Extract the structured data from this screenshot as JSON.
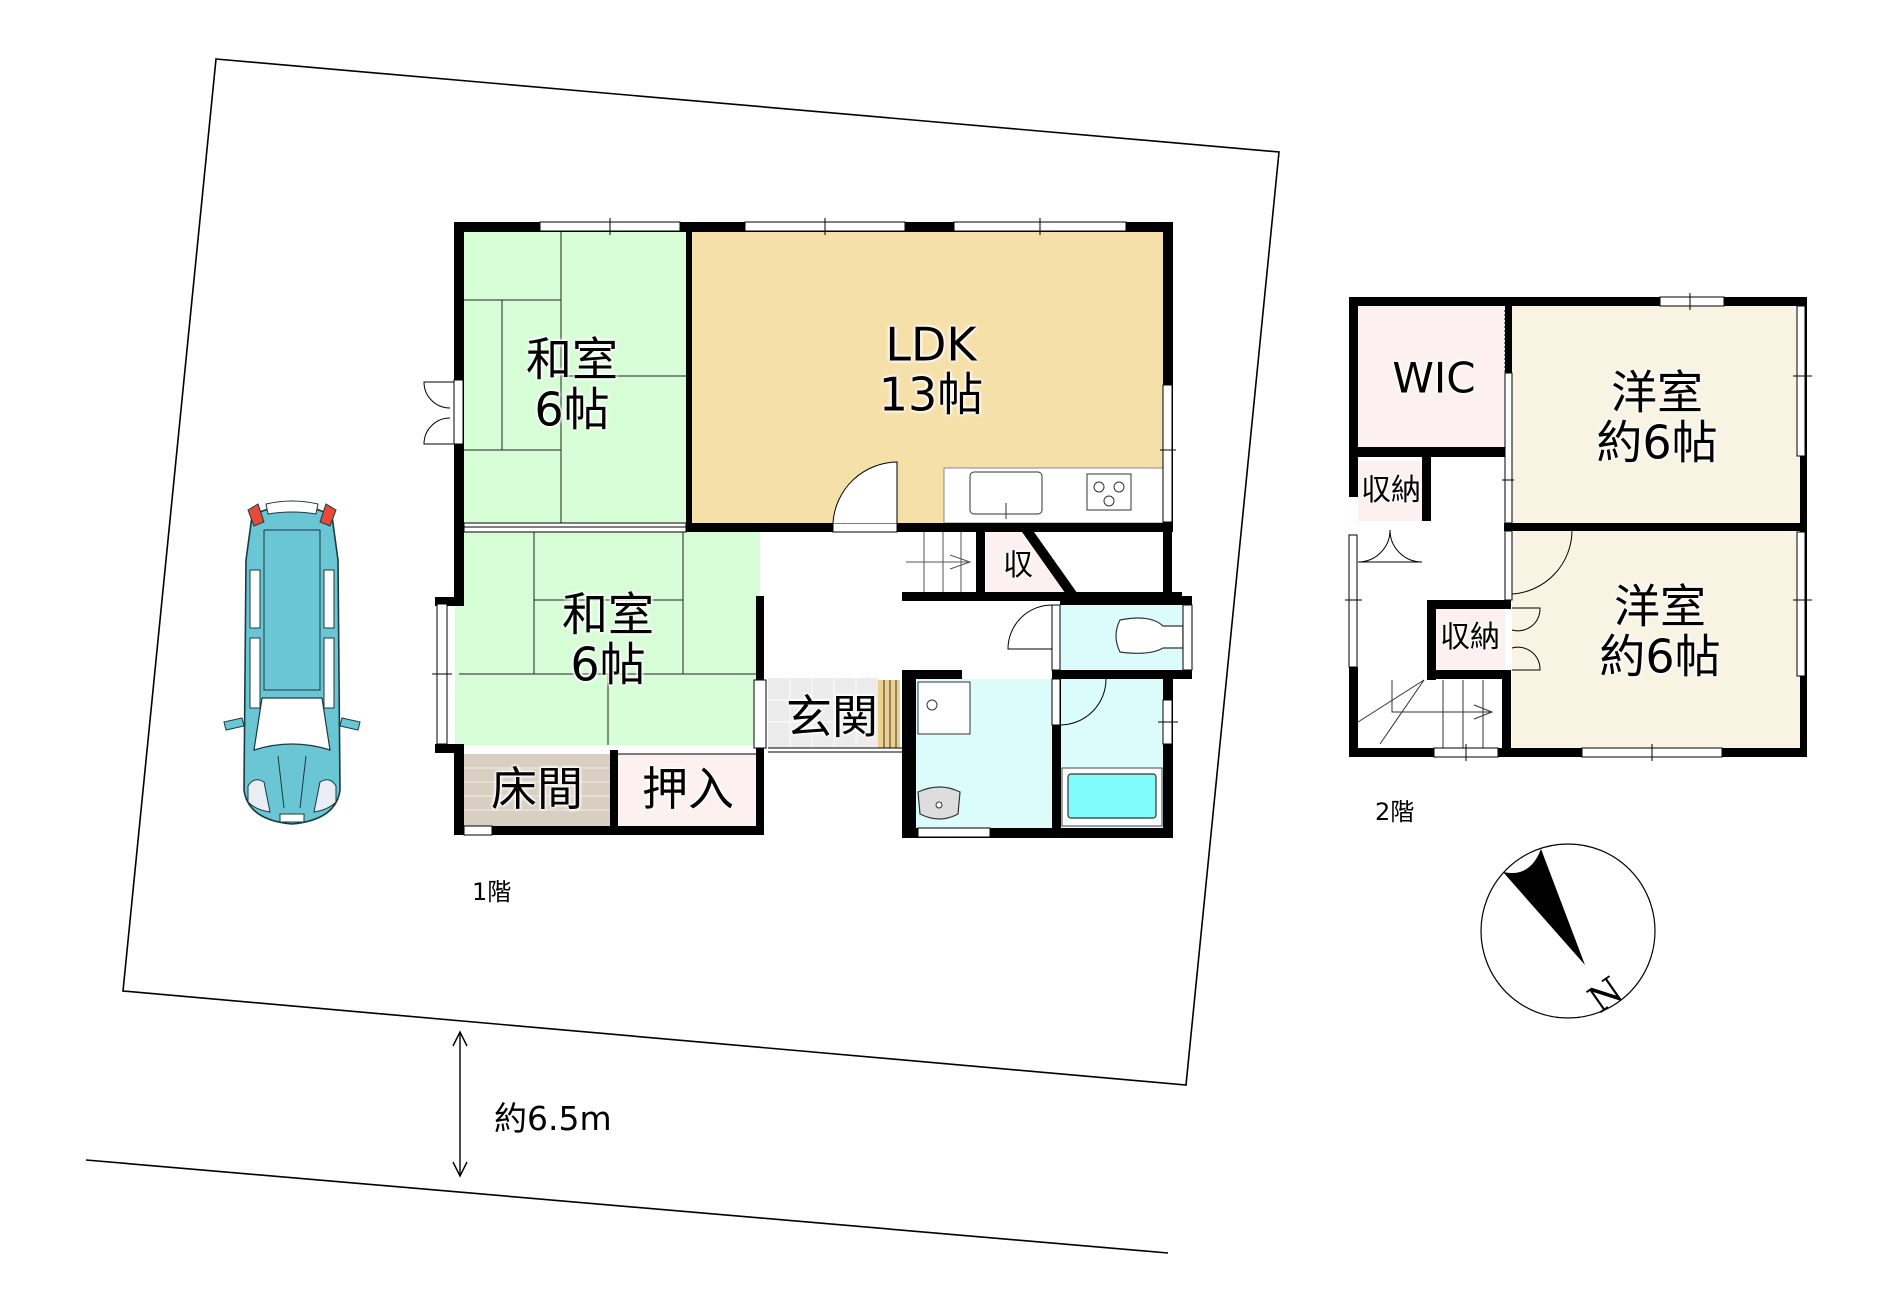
{
  "colors": {
    "washitsu": "#d7fdd7",
    "ldk": "#f6e0aa",
    "storage_pink": "#fdf0f0",
    "tokonoma": "#d8cfc2",
    "genkan_tile": "#ececec",
    "genkan_step": "#ecd08c",
    "wet_area": "#dcfcfc",
    "bathtub": "#80fcfc",
    "youshitsu": "#f8f3e3",
    "car_body": "#6ac6d4",
    "car_light": "#e84a3a",
    "wall": "#000000"
  },
  "floor1": {
    "label": "1階",
    "rooms": [
      {
        "id": "washitsu-upper",
        "name": "和室",
        "size": "6帖"
      },
      {
        "id": "ldk",
        "name": "LDK",
        "size": "13帖"
      },
      {
        "id": "washitsu-lower",
        "name": "和室",
        "size": "6帖"
      },
      {
        "id": "tokonoma",
        "name": "床間"
      },
      {
        "id": "oshiire",
        "name": "押入"
      },
      {
        "id": "genkan",
        "name": "玄関"
      },
      {
        "id": "storage-small",
        "name": "収"
      }
    ]
  },
  "floor2": {
    "label": "2階",
    "rooms": [
      {
        "id": "wic",
        "name": "WIC"
      },
      {
        "id": "youshitsu-upper",
        "name": "洋室",
        "size": "約6帖"
      },
      {
        "id": "storage-upper",
        "name": "収納"
      },
      {
        "id": "storage-lower",
        "name": "収納"
      },
      {
        "id": "youshitsu-lower",
        "name": "洋室",
        "size": "約6帖"
      }
    ]
  },
  "site": {
    "road_width_label": "約6.5m"
  },
  "compass": {
    "north_label": "N",
    "rotation_deg": 155
  }
}
